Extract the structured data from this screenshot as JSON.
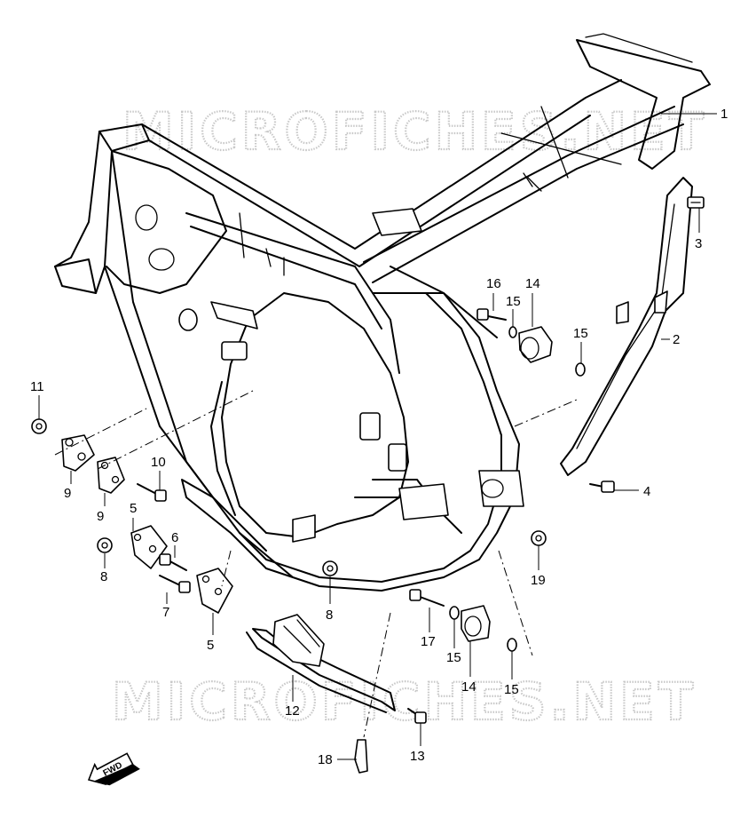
{
  "watermark": {
    "text": "MICROFICHES.NET"
  },
  "fwd_label": "FWD",
  "parts": [
    {
      "id": "p1",
      "num": "1"
    },
    {
      "id": "p2",
      "num": "2"
    },
    {
      "id": "p3",
      "num": "3"
    },
    {
      "id": "p4",
      "num": "4"
    },
    {
      "id": "p5a",
      "num": "5"
    },
    {
      "id": "p5b",
      "num": "5"
    },
    {
      "id": "p6",
      "num": "6"
    },
    {
      "id": "p7",
      "num": "7"
    },
    {
      "id": "p8a",
      "num": "8"
    },
    {
      "id": "p8b",
      "num": "8"
    },
    {
      "id": "p9a",
      "num": "9"
    },
    {
      "id": "p9b",
      "num": "9"
    },
    {
      "id": "p10",
      "num": "10"
    },
    {
      "id": "p11",
      "num": "11"
    },
    {
      "id": "p12",
      "num": "12"
    },
    {
      "id": "p13",
      "num": "13"
    },
    {
      "id": "p14a",
      "num": "14"
    },
    {
      "id": "p14b",
      "num": "14"
    },
    {
      "id": "p15a",
      "num": "15"
    },
    {
      "id": "p15b",
      "num": "15"
    },
    {
      "id": "p15c",
      "num": "15"
    },
    {
      "id": "p15d",
      "num": "15"
    },
    {
      "id": "p16",
      "num": "16"
    },
    {
      "id": "p17",
      "num": "17"
    },
    {
      "id": "p18",
      "num": "18"
    },
    {
      "id": "p19",
      "num": "19"
    }
  ]
}
